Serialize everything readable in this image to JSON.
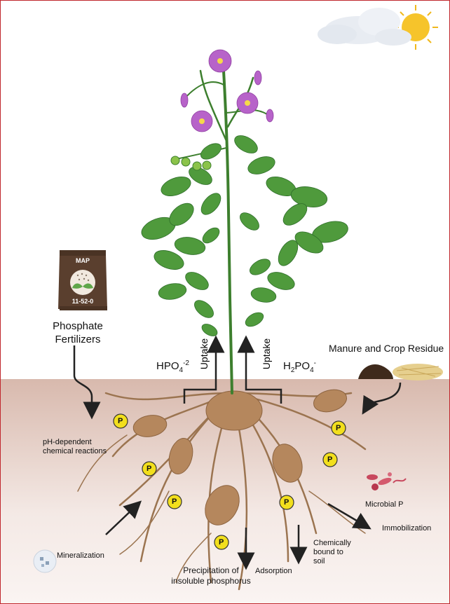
{
  "labels": {
    "phosphate_fertilizers": "Phosphate\nFertilizers",
    "bag_name": "MAP",
    "bag_grade": "11-52-0",
    "hpo4_base": "HPO",
    "hpo4_sub": "4",
    "hpo4_sup": "-2",
    "h2po4_base": "H",
    "h2po4_sub1": "2",
    "h2po4_mid": "PO",
    "h2po4_sub2": "4",
    "h2po4_sup": "-",
    "uptake_left": "Uptake",
    "uptake_right": "Uptake",
    "manure": "Manure and Crop Residue",
    "ph_reactions": "pH-dependent\nchemical reactions",
    "microbial_p": "Microbial P",
    "immobilization": "Immobilization",
    "mineralization": "Mineralization",
    "chemically_bound": "Chemically\nbound to\nsoil",
    "adsorption": "Adsorption",
    "precipitation": "Precipitation of\ninsoluble phosphorus",
    "p_marker": "P"
  },
  "colors": {
    "soil_top": "#d8b9ad",
    "leaf": "#4f9a3c",
    "leaf_dark": "#2f6e2a",
    "flower": "#b763c9",
    "tuber": "#b5875d",
    "root": "#9b7450",
    "p_marker": "#f2df1d",
    "frame": "#c0272d"
  }
}
